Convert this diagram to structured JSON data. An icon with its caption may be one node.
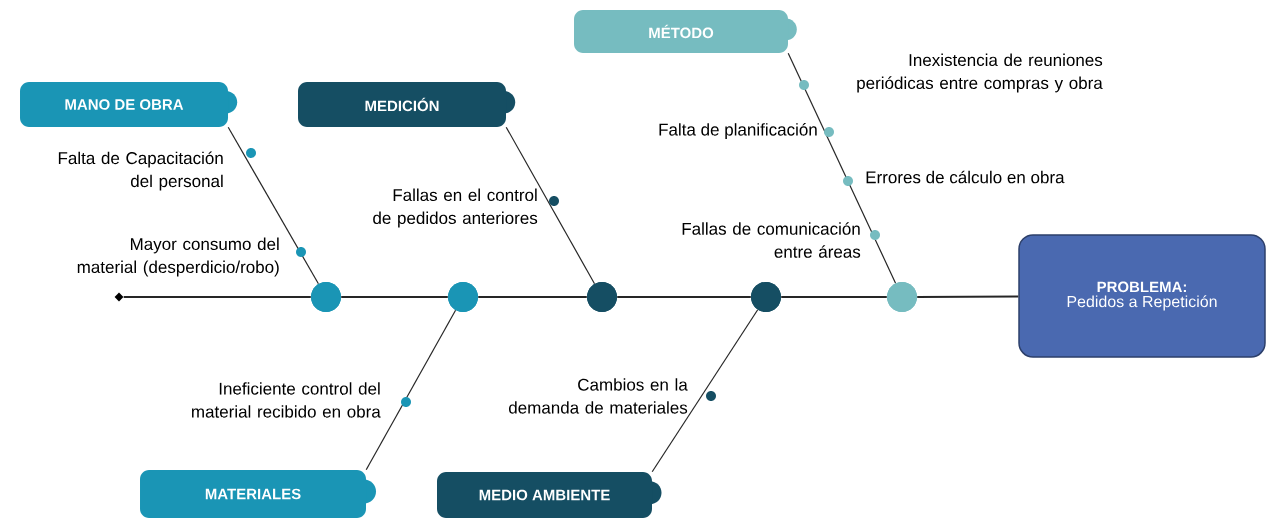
{
  "diagram": {
    "nodes": [
      {
        "text": [
          "MANO DE OBRA"
        ]
      },
      {
        "text": [
          "MEDICIÓN"
        ]
      },
      {
        "text": [
          "MÉTODO"
        ]
      },
      {
        "text": [
          "PROBLEMA:",
          "Pedidos a Repetición"
        ]
      },
      {
        "text": [
          "MATERIALES"
        ]
      },
      {
        "text": [
          "MEDIO AMBIENTE"
        ]
      },
      {
        "text": [],
        "shape": "diamond"
      },
      {
        "text": [],
        "shape": "circle"
      },
      {
        "text": [],
        "shape": "circle"
      },
      {
        "text": [],
        "shape": "circle"
      },
      {
        "text": [],
        "shape": "circle"
      },
      {
        "text": [],
        "shape": "circle"
      }
    ],
    "edges": [
      {
        "from": 6,
        "to": 7,
        "arrow": "none"
      },
      {
        "from": 7,
        "to": 8,
        "arrow": "none"
      },
      {
        "from": 8,
        "to": 9,
        "arrow": "none"
      },
      {
        "from": 9,
        "to": 10,
        "arrow": "none"
      },
      {
        "from": 10,
        "to": 11,
        "arrow": "none"
      },
      {
        "from": 11,
        "to": 3,
        "arrow": "none"
      },
      {
        "from": 0,
        "to": 7,
        "arrow": "none"
      },
      {
        "from": 1,
        "to": 9,
        "arrow": "none"
      },
      {
        "from": 2,
        "to": 11,
        "arrow": "none"
      },
      {
        "from": 4,
        "to": 8,
        "arrow": "none"
      },
      {
        "from": 5,
        "to": 10,
        "arrow": "none"
      }
    ],
    "labels": [
      "Inexistencia de reuniones periódicas entre compras y obra",
      "Falta de planificación",
      "Falta de Capacitación del personal",
      "Errores de cálculo en obra",
      "Fallas en el control de pedidos anteriores",
      "Fallas de comunicación entre áreas",
      "Mayor consumo del material (desperdicio/robo)",
      "Cambios en la demanda de materiales",
      "Ineficiente control del material recibido en obra"
    ]
  }
}
